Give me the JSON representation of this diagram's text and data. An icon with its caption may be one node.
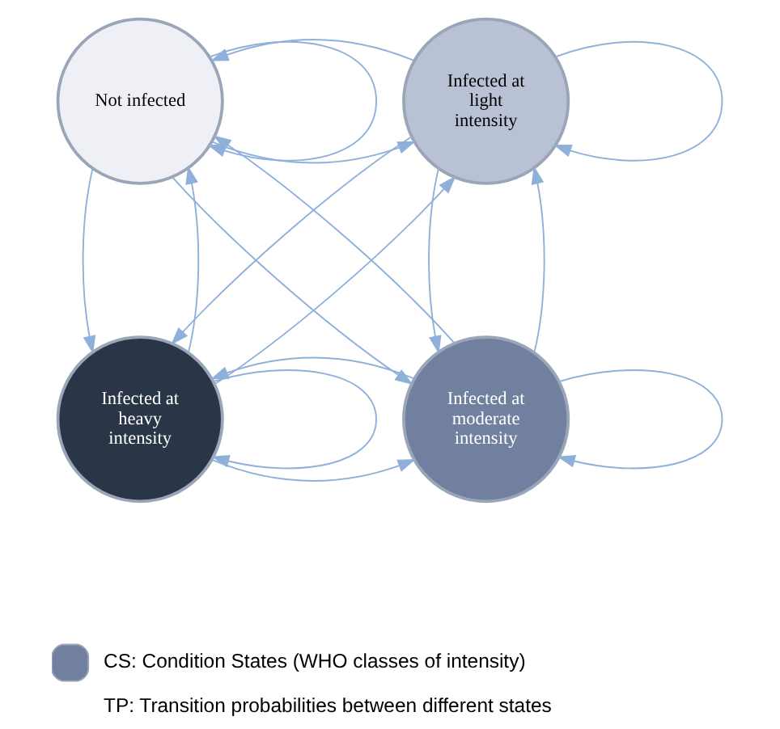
{
  "diagram": {
    "nodes": [
      {
        "text": [
          "Not infected"
        ]
      },
      {
        "text": [
          "Infected at light intensity"
        ]
      },
      {
        "text": [
          "Infected at heavy intensity"
        ]
      },
      {
        "text": [
          "Infected at moderate intensity"
        ]
      }
    ],
    "edges": [
      {
        "from": 0,
        "to": 0,
        "arrow": "to"
      },
      {
        "from": 1,
        "to": 1,
        "arrow": "to"
      },
      {
        "from": 2,
        "to": 2,
        "arrow": "to"
      },
      {
        "from": 3,
        "to": 3,
        "arrow": "to"
      },
      {
        "from": 0,
        "to": 1,
        "arrow": "to"
      },
      {
        "from": 1,
        "to": 0,
        "arrow": "to"
      },
      {
        "from": 0,
        "to": 2,
        "arrow": "to"
      },
      {
        "from": 2,
        "to": 0,
        "arrow": "to"
      },
      {
        "from": 1,
        "to": 3,
        "arrow": "to"
      },
      {
        "from": 3,
        "to": 1,
        "arrow": "to"
      },
      {
        "from": 2,
        "to": 3,
        "arrow": "to"
      },
      {
        "from": 3,
        "to": 2,
        "arrow": "to"
      },
      {
        "from": 0,
        "to": 3,
        "arrow": "to"
      },
      {
        "from": 3,
        "to": 0,
        "arrow": "to"
      },
      {
        "from": 1,
        "to": 2,
        "arrow": "to"
      },
      {
        "from": 2,
        "to": 1,
        "arrow": "to"
      }
    ],
    "legend": [
      {
        "text": "CS: Condition States (WHO classes of intensity)"
      },
      {
        "text": "TP: Transition probabilities between different states"
      }
    ]
  }
}
